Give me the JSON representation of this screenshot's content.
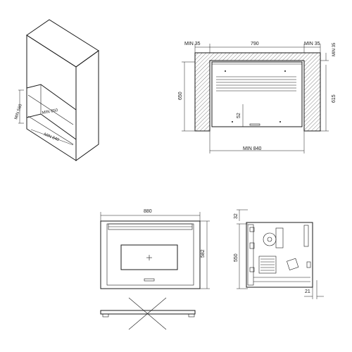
{
  "iso_view": {
    "min_560": "MIN 560",
    "min_650": "MIN 650",
    "min_840": "MIN 840"
  },
  "front_install": {
    "min_35_left": "MIN  35",
    "width_790": "790",
    "min_35_right": "MIN  35",
    "height_650": "650",
    "height_615": "615",
    "dim_52": "52",
    "min_840": "MIN  840"
  },
  "oven_front": {
    "width_880": "880",
    "height_582": "582"
  },
  "side_view": {
    "dim_32": "32",
    "dim_550": "550",
    "dim_21": "21"
  }
}
